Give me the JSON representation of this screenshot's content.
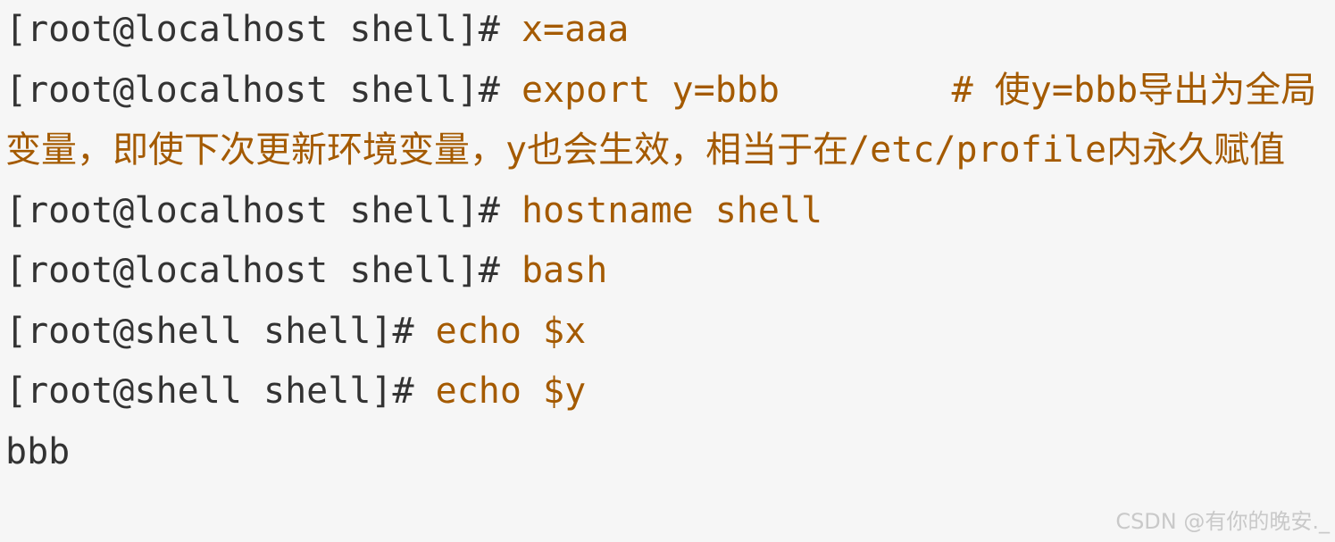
{
  "terminal": {
    "lines": [
      {
        "prompt": "[root@localhost shell]#",
        "command": " x=aaa"
      },
      {
        "prompt": "[root@localhost shell]#",
        "command": " export y=bbb",
        "comment": "        # 使y=bbb导出为全局变量，即使下次更新环境变量，y也会生效，相当于在/etc/profile内永久赋值"
      },
      {
        "prompt": "[root@localhost shell]#",
        "command": " hostname shell"
      },
      {
        "prompt": "[root@localhost shell]#",
        "command": " bash"
      },
      {
        "prompt": "[root@shell shell]#",
        "command": " echo $x"
      },
      {
        "prompt": "[root@shell shell]#",
        "command": " echo $y"
      },
      {
        "output": "bbb"
      }
    ]
  },
  "watermark": {
    "text": "CSDN @有你的晚安._"
  },
  "colors": {
    "background": "#f6f6f6",
    "prompt": "#333333",
    "command": "#a45a00",
    "watermark": "#c9c9c9"
  }
}
